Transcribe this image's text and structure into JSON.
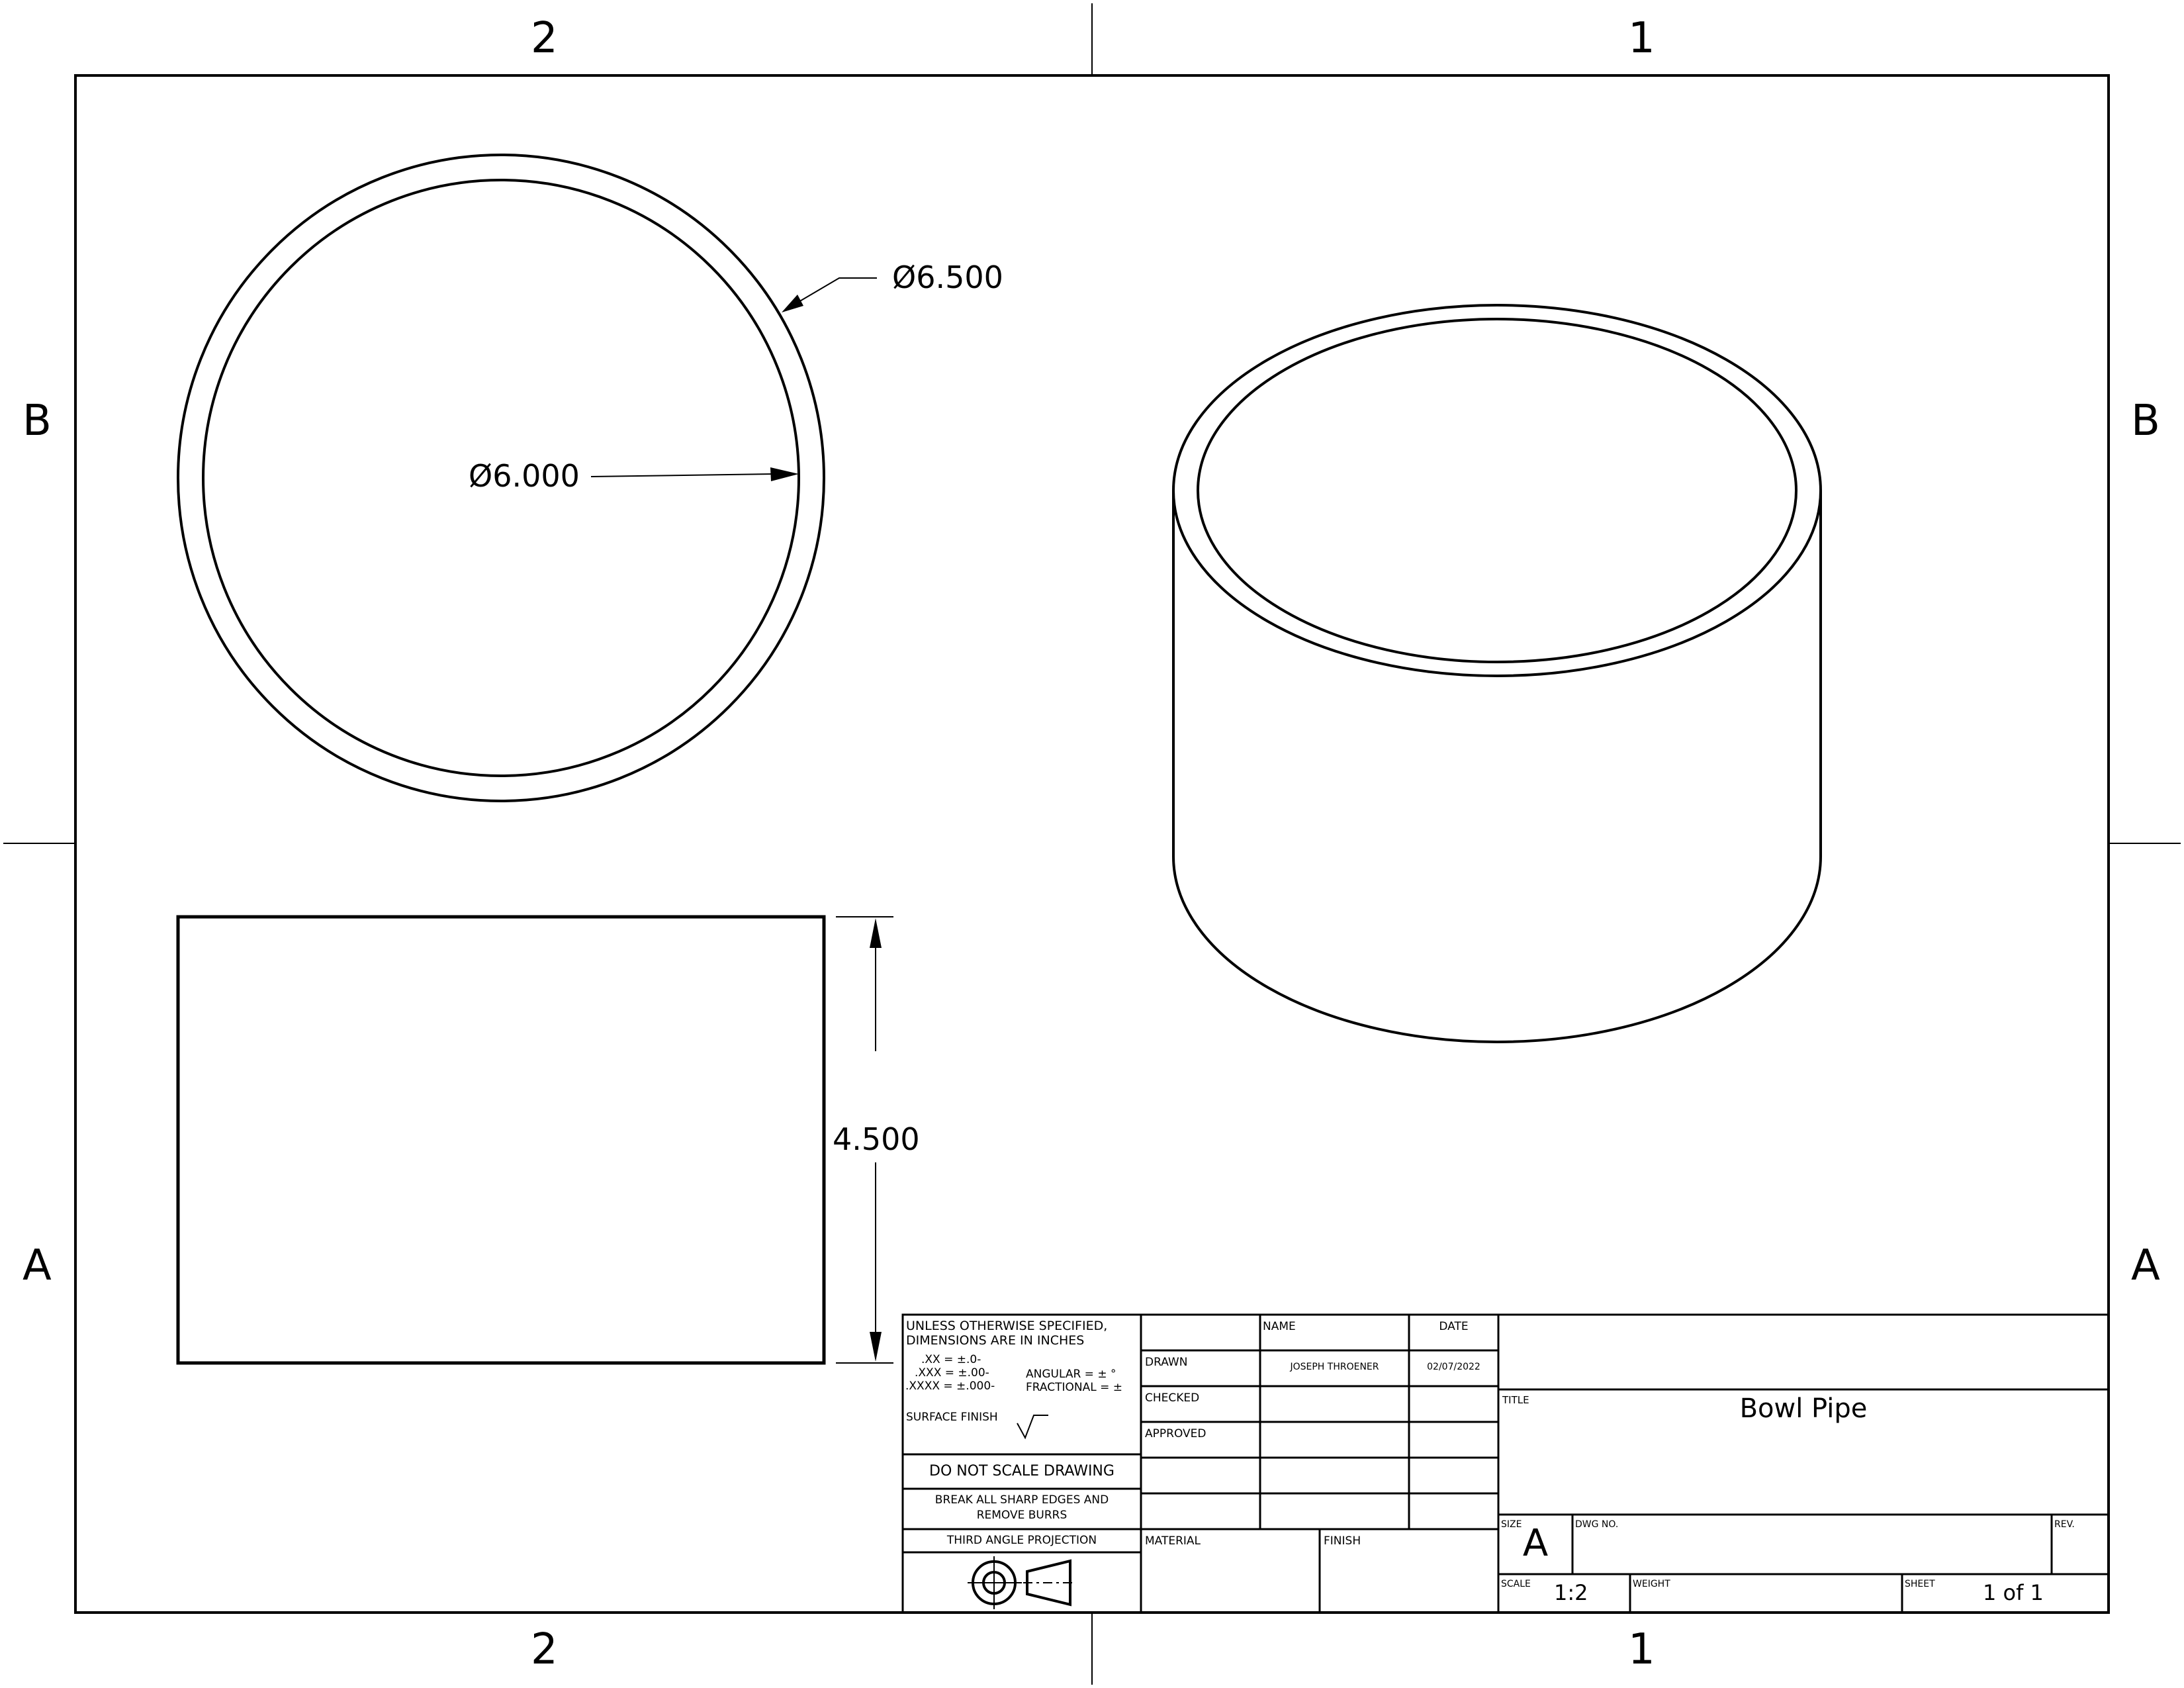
{
  "sheet": {
    "zones": {
      "columns_top": [
        "2",
        "1"
      ],
      "columns_bottom": [
        "2",
        "1"
      ],
      "rows_left": [
        "B",
        "A"
      ],
      "rows_right": [
        "B",
        "A"
      ]
    }
  },
  "views": {
    "top_view": {
      "outer_diameter_label": "Ø6.500",
      "inner_diameter_label": "Ø6.000"
    },
    "front_view": {
      "height_label": "4.500"
    },
    "isometric_view": {}
  },
  "title_block": {
    "notes": {
      "line1": "UNLESS OTHERWISE SPECIFIED,",
      "line2": "DIMENSIONS ARE IN INCHES",
      "tol_xx": ".XX = ±.0-",
      "tol_xxx": ".XXX = ±.00-",
      "tol_xxxx": ".XXXX = ±.000-",
      "angular": "ANGULAR = ± °",
      "fractional": "FRACTIONAL = ±",
      "surface_finish": "SURFACE FINISH",
      "do_not_scale": "DO NOT SCALE DRAWING",
      "break_edges_1": "BREAK ALL SHARP EDGES AND",
      "break_edges_2": "REMOVE BURRS",
      "projection": "THIRD ANGLE PROJECTION"
    },
    "signatures": {
      "header_name": "NAME",
      "header_date": "DATE",
      "rows": [
        {
          "role": "DRAWN",
          "name": "JOSEPH THROENER",
          "date": "02/07/2022"
        },
        {
          "role": "CHECKED",
          "name": "",
          "date": ""
        },
        {
          "role": "APPROVED",
          "name": "",
          "date": ""
        },
        {
          "role": "",
          "name": "",
          "date": ""
        },
        {
          "role": "",
          "name": "",
          "date": ""
        }
      ]
    },
    "material_label": "MATERIAL",
    "finish_label": "FINISH",
    "title_label": "TITLE",
    "title": "Bowl Pipe",
    "size_label": "SIZE",
    "size": "A",
    "dwg_no_label": "DWG NO.",
    "rev_label": "REV.",
    "scale_label": "SCALE",
    "scale": "1:2",
    "weight_label": "WEIGHT",
    "sheet_label": "SHEET",
    "sheet": "1 of 1"
  }
}
